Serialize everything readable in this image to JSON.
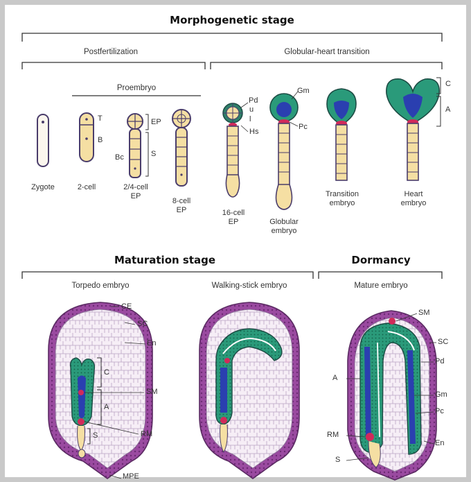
{
  "headings": {
    "morphogenetic": "Morphogenetic stage",
    "maturation": "Maturation stage",
    "dormancy": "Dormancy"
  },
  "subheadings": {
    "postfertilization": "Postfertilization",
    "globular_heart": "Globular-heart transition",
    "proembryo": "Proembryo",
    "torpedo": "Torpedo embryo",
    "walking_stick": "Walking-stick embryo",
    "mature": "Mature embryo"
  },
  "stage_captions": {
    "zygote": "Zygote",
    "two_cell": "2-cell",
    "two_four_cell": "2/4-cell\nEP",
    "eight_cell": "8-cell\nEP",
    "sixteen_cell": "16-cell\nEP",
    "globular": "Globular\nembryo",
    "transition": "Transition\nembryo",
    "heart": "Heart\nembryo"
  },
  "labels": {
    "T": "T",
    "B": "B",
    "EP": "EP",
    "S": "S",
    "Bc": "Bc",
    "Pd": "Pd",
    "u": "u",
    "l": "l",
    "Hs": "Hs",
    "Gm": "Gm",
    "Pc": "Pc",
    "C": "C",
    "A": "A",
    "CE": "CE",
    "SC": "SC",
    "En": "En",
    "SM": "SM",
    "RM": "RM",
    "MPE": "MPE",
    "torpedo_C": "C",
    "torpedo_A": "A",
    "torpedo_S": "S",
    "mature_SM": "SM",
    "mature_SC": "SC",
    "mature_Pd": "Pd",
    "mature_Gm": "Gm",
    "mature_Pc": "Pc",
    "mature_En": "En",
    "mature_A": "A",
    "mature_RM": "RM",
    "mature_S": "S"
  },
  "colors": {
    "cell": "#f5dfa3",
    "cell_outline": "#4a3d6b",
    "protoderm": "#2f7f6a",
    "ground_meristem": "#2a9a7a",
    "procambium": "#2a3fb0",
    "hypophysis": "#d12a5a",
    "seed_coat": "#8a3b8f",
    "endosperm": "#f4ecf4",
    "frame": "#c9c9c9"
  }
}
